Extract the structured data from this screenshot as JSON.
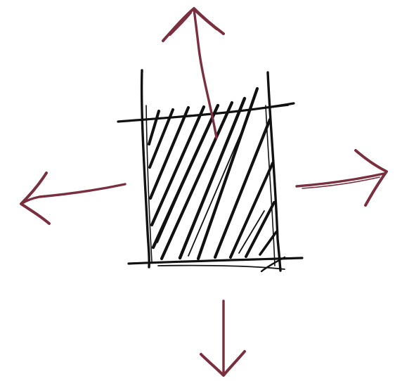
{
  "diagram": {
    "kind": "hand-drawn expansion sketch",
    "center_shape": "hatched-square",
    "arrow_directions": [
      "up",
      "right",
      "down",
      "left"
    ]
  },
  "colors": {
    "background": "#ffffff",
    "ink": "#111111",
    "arrow": "#7a2f3f"
  }
}
